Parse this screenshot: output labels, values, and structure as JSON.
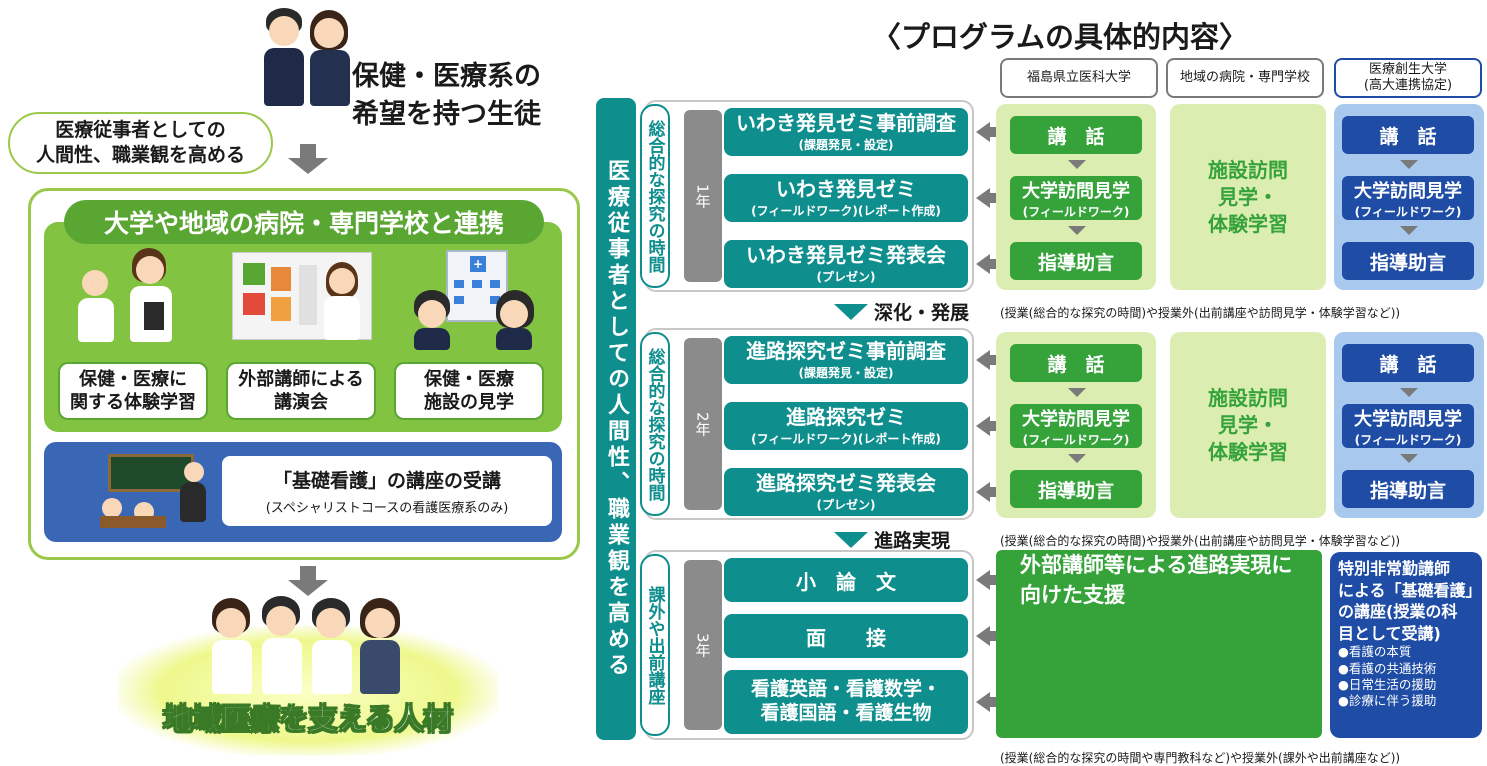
{
  "left": {
    "bubble": [
      "医療従事者としての",
      "人間性、職業観を高める"
    ],
    "student_label": [
      "保健・医療系の",
      "希望を持つ生徒"
    ],
    "panel_title": "大学や地域の病院・専門学校と連携",
    "activities": [
      [
        "保健・医療に",
        "関する体験学習"
      ],
      [
        "外部講師による",
        "講演会"
      ],
      [
        "保健・医療",
        "施設の見学"
      ]
    ],
    "nursing_title": "「基礎看護」の講座の受講",
    "nursing_sub": "(スペシャリストコースの看護医療系のみ)",
    "bottom_label": "地域医療を支える人材"
  },
  "right": {
    "title": "〈プログラムの具体的内容〉",
    "col_heads": [
      "福島県立医科大学",
      "地域の病院・専門学校",
      "医療創生大学",
      "(高大連携協定)"
    ],
    "vertical_main": "医療従事者としての人間性、職業観を高める",
    "year1": {
      "label": "総合的な探究の時間",
      "num": "1年",
      "items": [
        {
          "title": "いわき発見ゼミ事前調査",
          "sub": "(課題発見・設定)"
        },
        {
          "title": "いわき発見ゼミ",
          "sub": "(フィールドワーク)(レポート作成)"
        },
        {
          "title": "いわき発見ゼミ発表会",
          "sub": "(プレゼン)"
        }
      ]
    },
    "year2": {
      "label": "総合的な探究の時間",
      "num": "2年",
      "items": [
        {
          "title": "進路探究ゼミ事前調査",
          "sub": "(課題発見・設定)"
        },
        {
          "title": "進路探究ゼミ",
          "sub": "(フィールドワーク)(レポート作成)"
        },
        {
          "title": "進路探究ゼミ発表会",
          "sub": "(プレゼン)"
        }
      ]
    },
    "year3": {
      "label": "課外や出前講座",
      "num": "3年",
      "items": [
        "小　論　文",
        "面　　接",
        "看護英語・看護数学・",
        "看護国語・看護生物"
      ]
    },
    "univ": {
      "lecture": "講　話",
      "visit": "大学訪問見学",
      "visit_sub": "(フィールドワーク)",
      "advice": "指導助言"
    },
    "facility": [
      "施設訪問",
      "見学・",
      "体験学習"
    ],
    "stage1": "深化・発展",
    "stage2": "進路実現",
    "note1": "(授業(総合的な探究の時間)や授業外(出前講座や訪問見学・体験学習など))",
    "note2": "(授業(総合的な探究の時間)や授業外(出前講座や訪問見学・体験学習など))",
    "note3": "(授業(総合的な探究の時間や専門教科など)や授業外(課外や出前講座など))",
    "support": [
      "外部講師等による進路実現に",
      "向けた支援"
    ],
    "special": {
      "title": [
        "特別非常勤講師",
        "による「基礎看護」",
        "の講座(授業の科",
        "目として受講)"
      ],
      "items": [
        "●看護の本質",
        "●看護の共通技術",
        "●日常生活の援助",
        "●診療に伴う援助"
      ]
    }
  },
  "colors": {
    "teal": "#0f8e8e",
    "green": "#35a33a",
    "lime": "#dcedb1",
    "blue": "#1f4da5",
    "light_blue": "#a8c8ee"
  }
}
